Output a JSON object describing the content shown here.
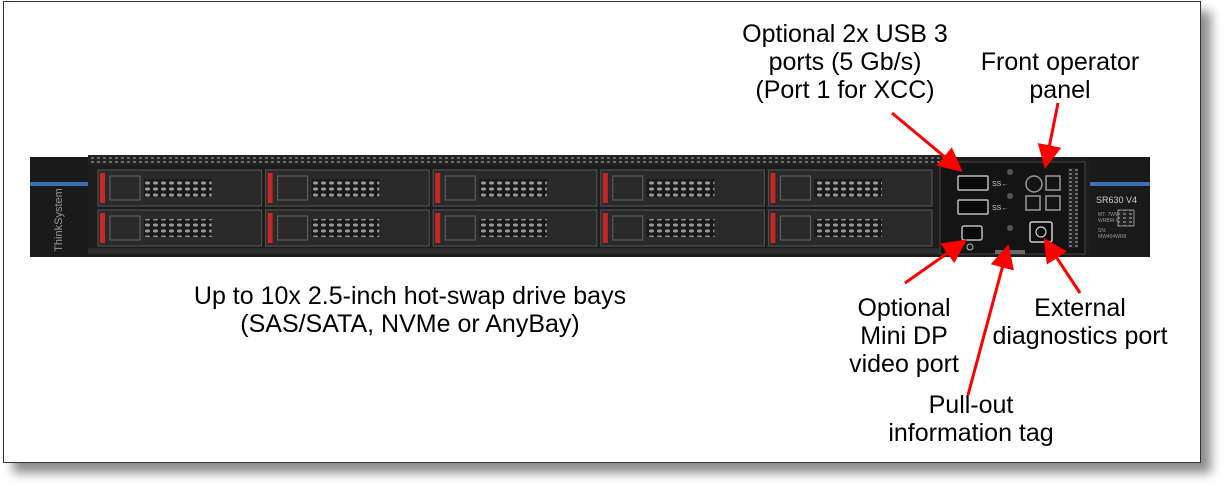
{
  "server": {
    "brand": "ThinkSystem",
    "model": "SR630 V4",
    "tag_lines": [
      "MT: 7WW0-",
      "WRBW-WW",
      "SN:",
      "MW404WR8"
    ],
    "usb_logo_top": "SS←",
    "usb_logo_mid": "SS←",
    "drive_count": 10,
    "colors": {
      "chassis": "#1d1d1d",
      "bay": "#2a2a2a",
      "latch": "#c62828",
      "bezel_accent": "#3a6fb0",
      "arrow": "#ff0000"
    }
  },
  "callouts": {
    "usb": [
      "Optional 2x USB 3",
      "ports (5 Gb/s)",
      "(Port 1 for XCC)"
    ],
    "operator": [
      "Front operator",
      "panel"
    ],
    "drives": [
      "Up to 10x 2.5-inch hot-swap drive bays",
      "(SAS/SATA, NVMe or AnyBay)"
    ],
    "minidp": [
      "Optional",
      "Mini DP",
      "video port"
    ],
    "diagnostics": [
      "External",
      "diagnostics port"
    ],
    "infotag": [
      "Pull-out",
      "information tag"
    ]
  }
}
